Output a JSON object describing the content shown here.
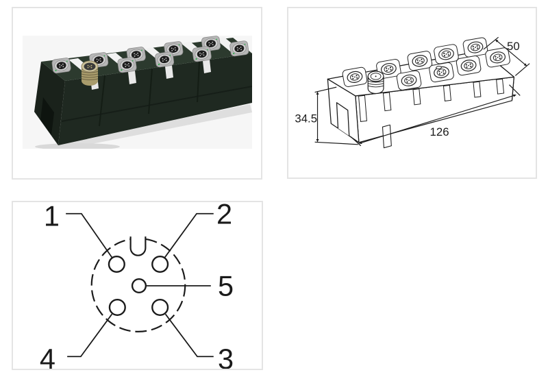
{
  "page": {
    "background": "#ffffff"
  },
  "panels": {
    "drawing": {
      "dim_width": "50",
      "dim_height": "34.5",
      "dim_length": "126"
    },
    "pinout": {
      "pin_labels": [
        "1",
        "2",
        "3",
        "4",
        "5"
      ]
    }
  },
  "colors": {
    "panel_border": "#e4e4e4",
    "line": "#1a1a1a",
    "photo_bg": "#f6f6f6",
    "body_green_top": "#2c3a2e",
    "body_green_front": "#1f2921",
    "body_green_side": "#1a221b",
    "metal": "#b7b7b7",
    "brass": "#a99c6c",
    "white_insert": "#f2f2f2",
    "green_marking": "#2fae4e"
  }
}
